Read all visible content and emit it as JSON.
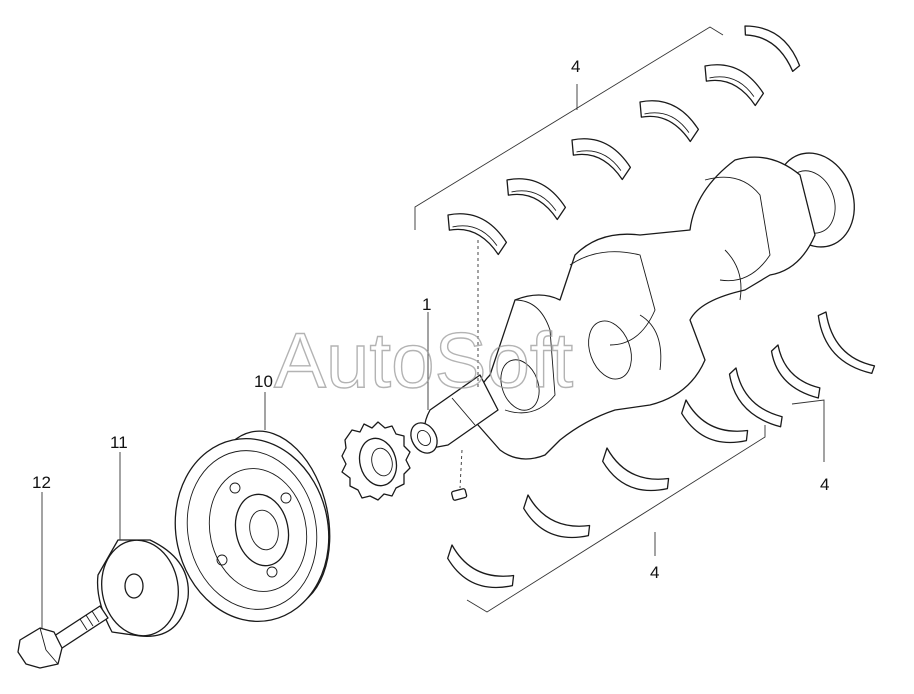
{
  "watermark": "AutoSoft",
  "callouts": {
    "crankshaft": "1",
    "bearings_top": "4",
    "bearings_right": "4",
    "bearings_bottom": "4",
    "pulley": "10",
    "washer": "11",
    "bolt": "12"
  }
}
